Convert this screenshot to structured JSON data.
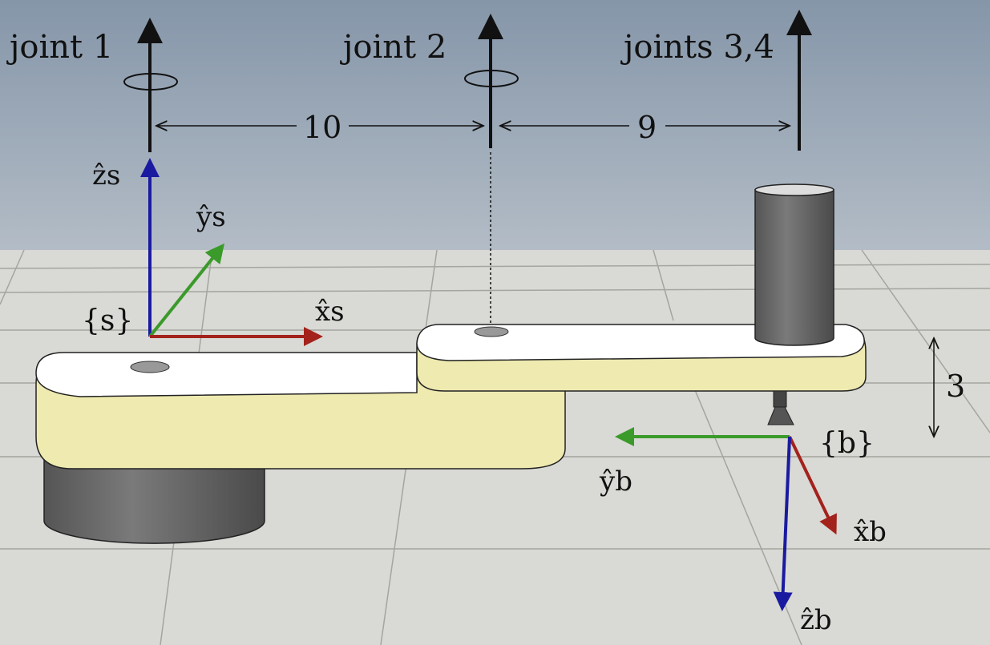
{
  "joints": {
    "joint1": "joint 1",
    "joint2": "joint 2",
    "joint34": "joints 3,4"
  },
  "dimensions": {
    "link1_length": "10",
    "link2_length": "9",
    "height": "3"
  },
  "frames": {
    "space": {
      "name": "{s}",
      "x": "x̂s",
      "y": "ŷs",
      "z": "ẑs"
    },
    "body": {
      "name": "{b}",
      "x": "x̂b",
      "y": "ŷb",
      "z": "ẑb"
    }
  },
  "colors": {
    "x_axis": "#a3221b",
    "y_axis": "#3a9a2a",
    "z_axis": "#1a1aa0",
    "link_side": "#eeeab0",
    "link_top": "#ffffff",
    "cylinder": "#6a6a6a"
  }
}
